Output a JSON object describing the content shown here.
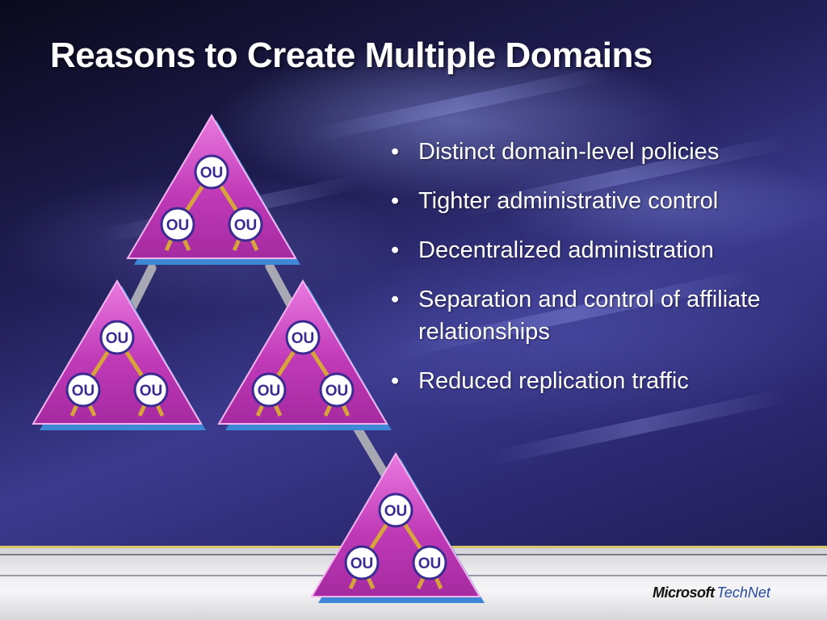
{
  "slide": {
    "title": "Reasons to Create Multiple Domains",
    "bullets": [
      "Distinct domain-level policies",
      "Tighter administrative control",
      "Decentralized administration",
      "Separation and control of affiliate relationships",
      "Reduced replication traffic"
    ],
    "bullet_marker": "•"
  },
  "diagram": {
    "ou_label": "OU",
    "colors": {
      "triangle_fill": "#c03ab8",
      "triangle_shadow": "#3e86d6",
      "ou_border": "#3b2a92",
      "link_line": "#d6a43a",
      "connector": "#a8a8b4"
    }
  },
  "footer": {
    "brand": "Microsoft",
    "product": "TechNet"
  }
}
